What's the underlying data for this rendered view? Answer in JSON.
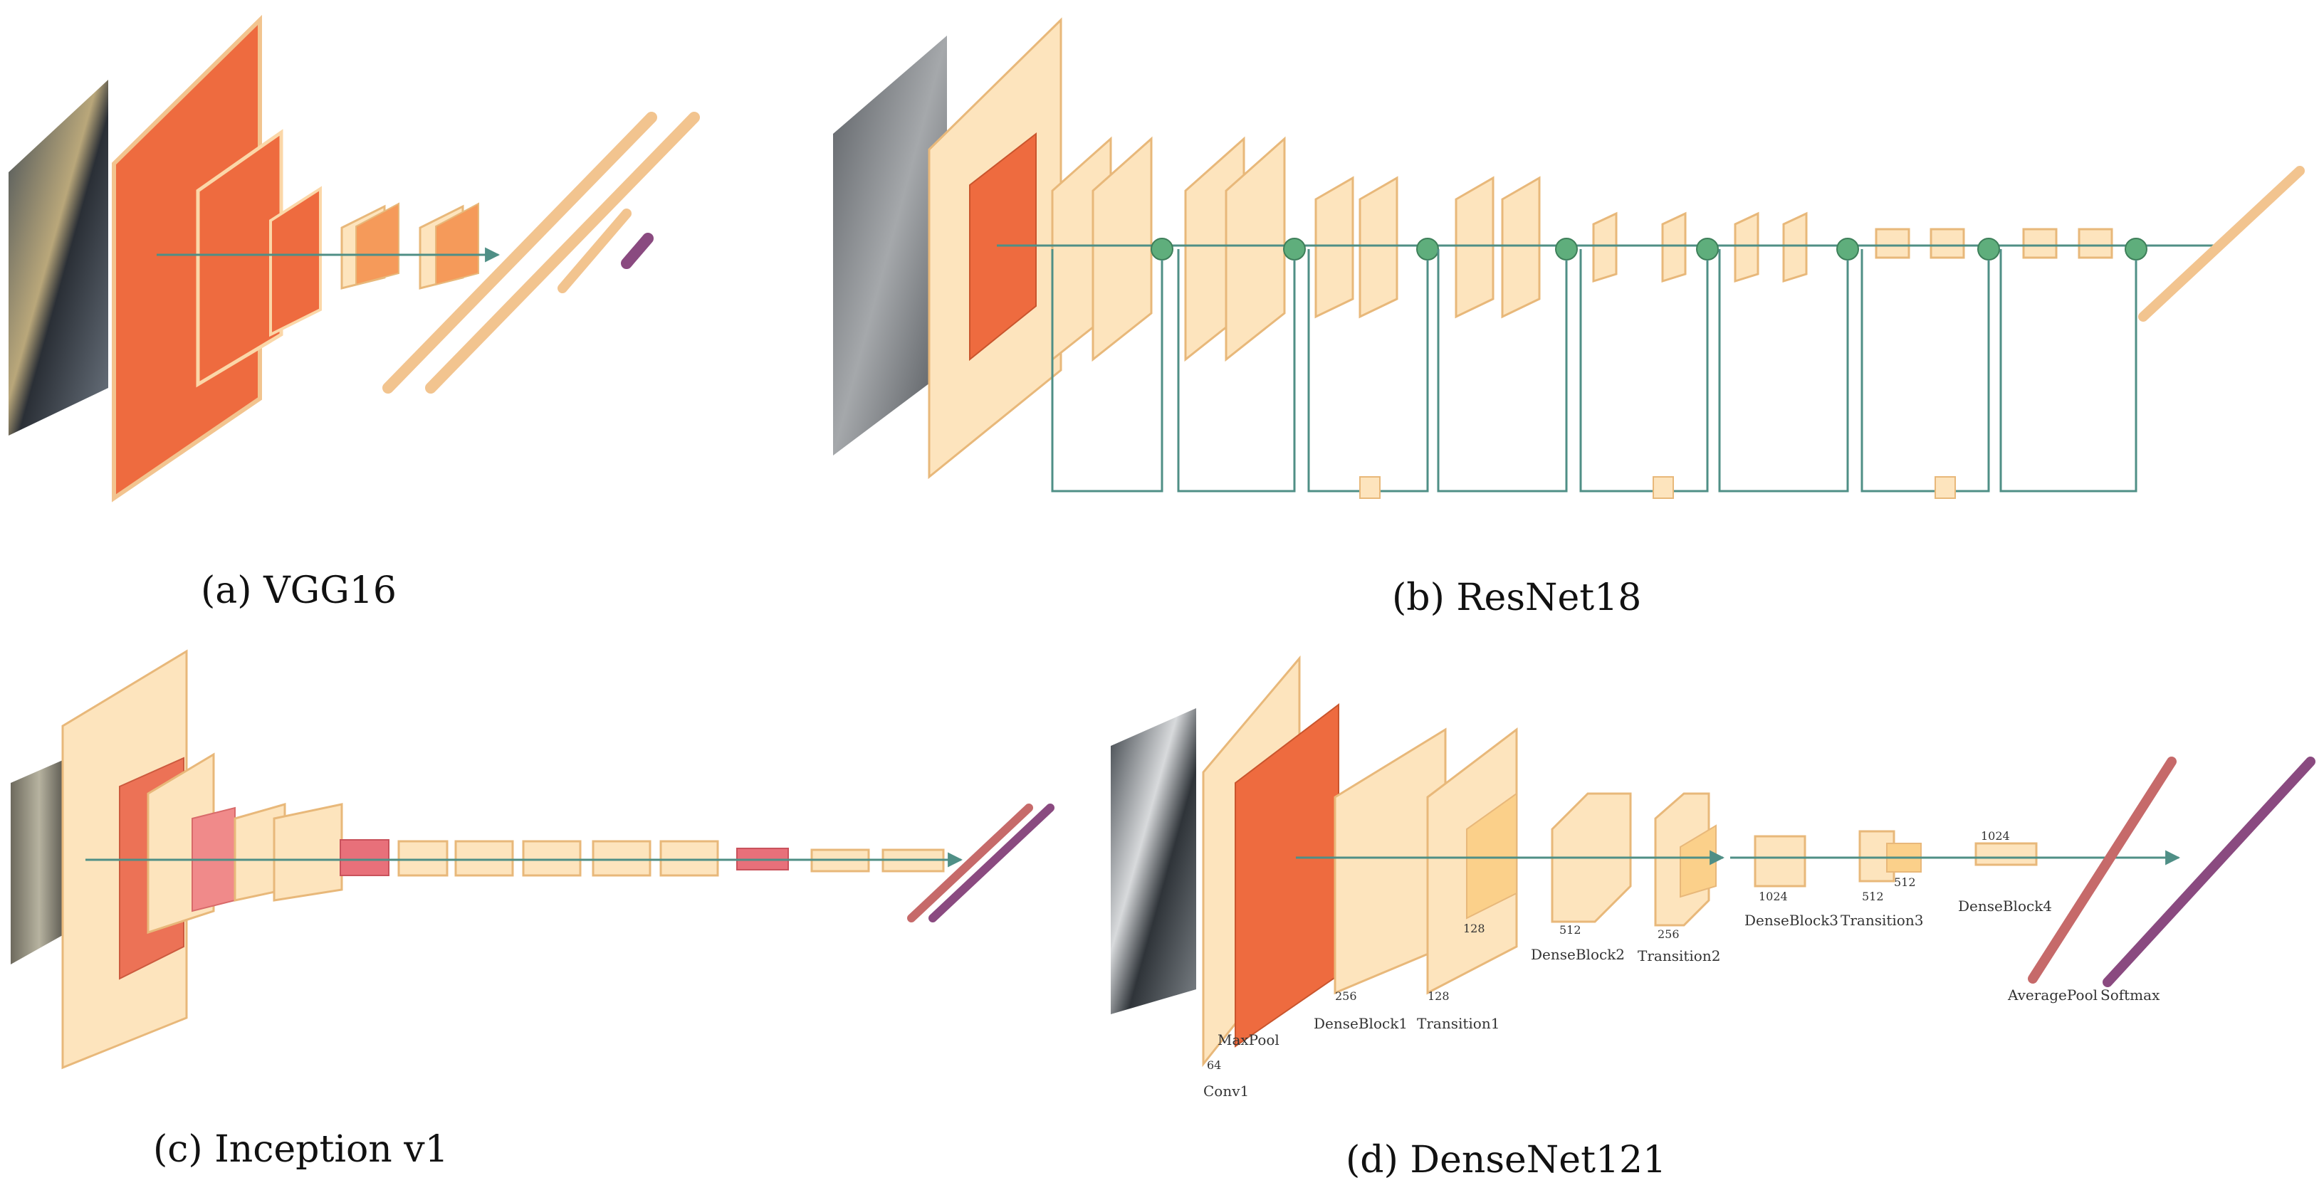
{
  "panels": {
    "vgg16": {
      "caption": "(a)  VGG16"
    },
    "resnet18": {
      "caption": "(b)  ResNet18"
    },
    "inception": {
      "caption": "(c)  Inception v1"
    },
    "densenet": {
      "caption": "(d)  DenseNet121",
      "labels": {
        "conv1": "Conv1",
        "conv1_dim": "64",
        "maxpool": "MaxPool",
        "denseblock1": "DenseBlock1",
        "denseblock1_dim": "256",
        "transition1": "Transition1",
        "transition1_dim": "128",
        "transition1_dim2": "128",
        "denseblock2": "DenseBlock2",
        "denseblock2_dim": "512",
        "transition2": "Transition2",
        "transition2_dim": "256",
        "denseblock3": "DenseBlock3",
        "denseblock3_dim": "1024",
        "transition3": "Transition3",
        "transition3_dim": "512",
        "transition3_dim2": "512",
        "denseblock4": "DenseBlock4",
        "denseblock4_dim": "1024",
        "averagepool": "AveragePool",
        "softmax": "Softmax"
      }
    }
  },
  "colors": {
    "layer_light": "#fde4bd",
    "layer_edge": "#e8b87a",
    "layer_red": "#ee6b3f",
    "pool_pink": "#e8707a",
    "softmax_purple": "#8a4a80",
    "connector_teal": "#4f8f86",
    "add_node": "#5fae7c"
  }
}
